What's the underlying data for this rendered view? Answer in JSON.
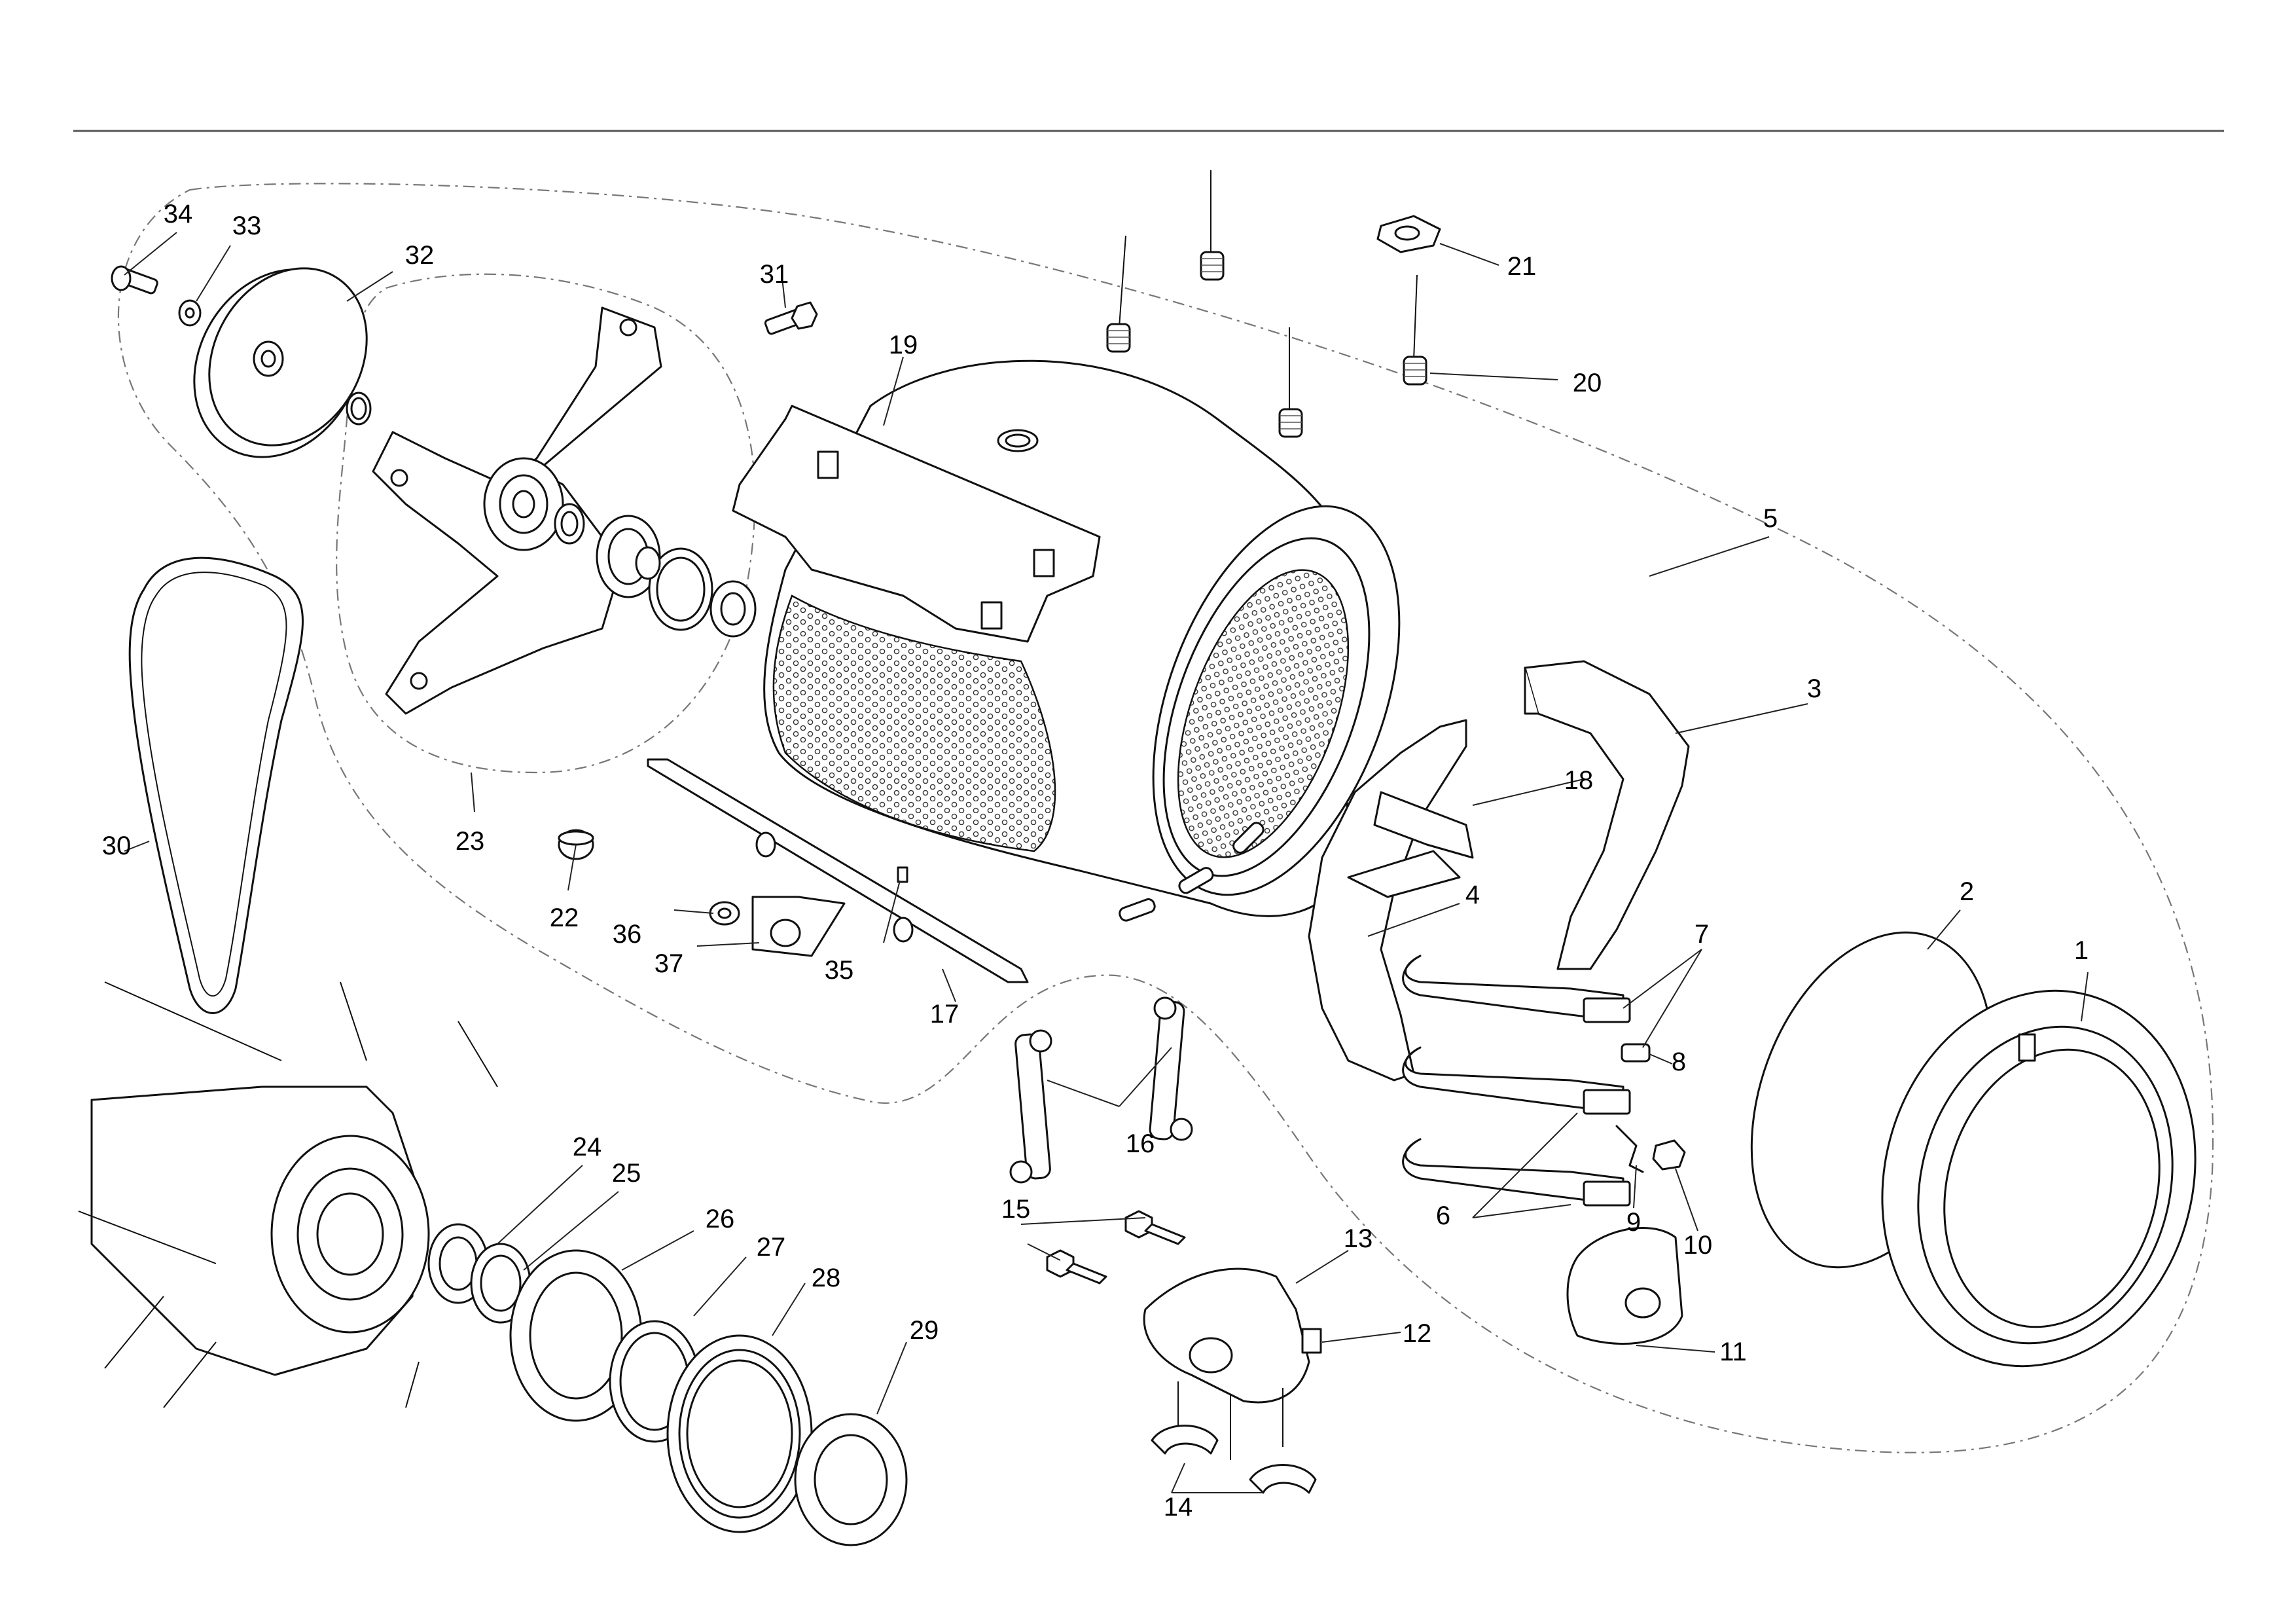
{
  "callouts": [
    {
      "id": "1",
      "label": "1"
    },
    {
      "id": "2",
      "label": "2"
    },
    {
      "id": "3",
      "label": "3"
    },
    {
      "id": "4",
      "label": "4"
    },
    {
      "id": "5",
      "label": "5"
    },
    {
      "id": "6",
      "label": "6"
    },
    {
      "id": "7",
      "label": "7"
    },
    {
      "id": "8",
      "label": "8"
    },
    {
      "id": "9",
      "label": "9"
    },
    {
      "id": "10",
      "label": "10"
    },
    {
      "id": "11",
      "label": "11"
    },
    {
      "id": "12",
      "label": "12"
    },
    {
      "id": "13",
      "label": "13"
    },
    {
      "id": "14",
      "label": "14"
    },
    {
      "id": "15",
      "label": "15"
    },
    {
      "id": "16",
      "label": "16"
    },
    {
      "id": "17",
      "label": "17"
    },
    {
      "id": "18",
      "label": "18"
    },
    {
      "id": "19",
      "label": "19"
    },
    {
      "id": "20",
      "label": "20"
    },
    {
      "id": "21",
      "label": "21"
    },
    {
      "id": "22",
      "label": "22"
    },
    {
      "id": "23",
      "label": "23"
    },
    {
      "id": "24",
      "label": "24"
    },
    {
      "id": "25",
      "label": "25"
    },
    {
      "id": "26",
      "label": "26"
    },
    {
      "id": "27",
      "label": "27"
    },
    {
      "id": "28",
      "label": "28"
    },
    {
      "id": "29",
      "label": "29"
    },
    {
      "id": "30",
      "label": "30"
    },
    {
      "id": "31",
      "label": "31"
    },
    {
      "id": "32",
      "label": "32"
    },
    {
      "id": "33",
      "label": "33"
    },
    {
      "id": "34",
      "label": "34"
    },
    {
      "id": "35",
      "label": "35"
    },
    {
      "id": "36",
      "label": "36"
    },
    {
      "id": "37",
      "label": "37"
    }
  ]
}
